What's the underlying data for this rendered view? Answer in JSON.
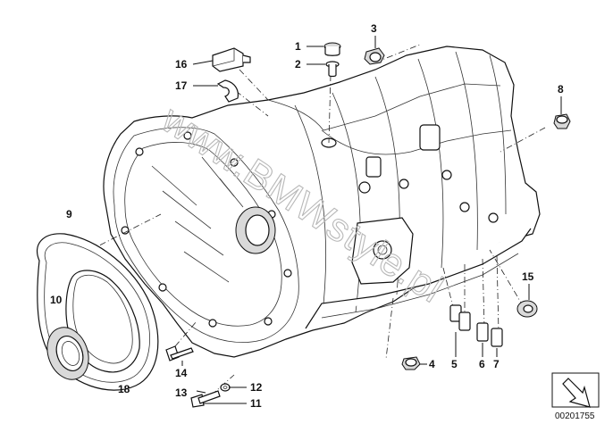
{
  "watermark": "www.BMWstyle.pl",
  "diagram_id": "00201755",
  "callouts": {
    "c1": "1",
    "c2": "2",
    "c3": "3",
    "c4": "4",
    "c5": "5",
    "c6": "6",
    "c7": "7",
    "c8": "8",
    "c9": "9",
    "c10": "10",
    "c11": "11",
    "c12": "12",
    "c13": "13",
    "c14": "14",
    "c15": "15",
    "c16": "16",
    "c17": "17",
    "c18": "18"
  }
}
